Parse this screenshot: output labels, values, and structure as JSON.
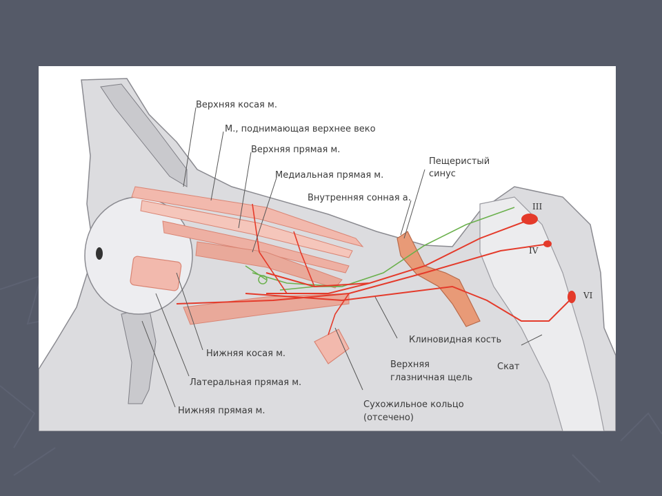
{
  "slide": {
    "background_color": "#555a68",
    "panel_color": "#ffffff"
  },
  "diagram": {
    "colors": {
      "bone": "#d9d9dc",
      "bone_edge": "#8a8a90",
      "muscle": "#f2b9ad",
      "muscle_line": "#d98473",
      "nerve_red": "#e43a2a",
      "nerve_green": "#6ab04c",
      "carotid": "#e89a77"
    },
    "labels": {
      "superior_oblique": "Верхняя косая м.",
      "levator": "М., поднимающая верхнее веко",
      "superior_rectus": "Верхняя прямая м.",
      "medial_rectus": "Медиальная прямая м.",
      "cavernous_sinus_1": "Пещеристый",
      "cavernous_sinus_2": "синус",
      "internal_carotid": "Внутренняя сонная а.",
      "sphenoid": "Клиновидная кость",
      "clivus": "Скат",
      "inferior_oblique": "Нижняя косая м.",
      "lateral_rectus": "Латеральная прямая м.",
      "inferior_rectus": "Нижняя прямая м.",
      "sup_orbital_fissure_1": "Верхняя",
      "sup_orbital_fissure_2": "глазничная щель",
      "tendinous_ring_1": "Сухожильное кольцо",
      "tendinous_ring_2": "(отсечено)",
      "nerve_III": "III",
      "nerve_IV": "IV",
      "nerve_VI": "VI"
    }
  }
}
